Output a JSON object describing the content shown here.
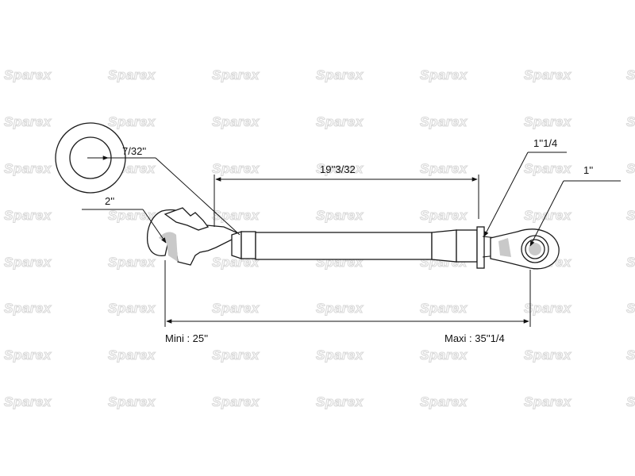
{
  "watermark": "Sparex",
  "dimensions": {
    "washer_thickness": "7/32''",
    "hook_size": "2''",
    "tube_length": "19''3/32",
    "thread_diameter": "1''1/4",
    "eye_diameter": "1''",
    "min_length": "Mini : 25''",
    "max_length": "Maxi : 35''1/4"
  },
  "colors": {
    "line": "#111111",
    "watermark": "#d9d9d9",
    "shade": "#c9c9c9"
  }
}
